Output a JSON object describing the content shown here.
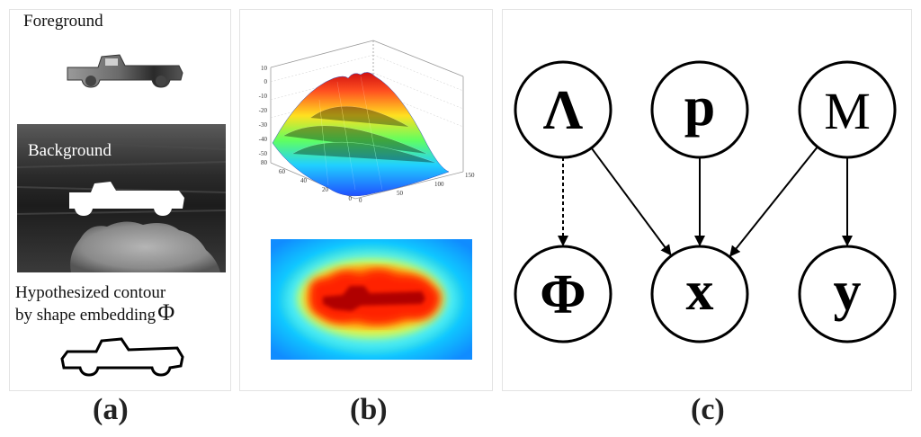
{
  "panel_a": {
    "foreground_label": "Foreground",
    "background_label": "Background",
    "contour_line1": "Hypothesized contour",
    "contour_line2": "by shape embedding",
    "contour_symbol": "Φ",
    "caption": "(a)"
  },
  "panel_b": {
    "caption": "(b)",
    "surface_z_ticks": [
      "10",
      "0",
      "-10",
      "-20",
      "-30",
      "-40",
      "-50"
    ],
    "surface_y_ticks": [
      "80",
      "60",
      "40",
      "20",
      "0"
    ],
    "surface_x_ticks": [
      "0",
      "50",
      "100",
      "150"
    ]
  },
  "panel_c": {
    "caption": "(c)",
    "nodes": [
      {
        "id": "Lambda",
        "label": "Λ"
      },
      {
        "id": "p",
        "label": "p"
      },
      {
        "id": "M",
        "label": "M"
      },
      {
        "id": "Phi",
        "label": "Φ"
      },
      {
        "id": "x",
        "label": "x"
      },
      {
        "id": "y",
        "label": "y"
      }
    ],
    "edges": [
      {
        "from": "Lambda",
        "to": "Phi",
        "style": "dashed"
      },
      {
        "from": "Lambda",
        "to": "x",
        "style": "solid"
      },
      {
        "from": "p",
        "to": "x",
        "style": "solid"
      },
      {
        "from": "M",
        "to": "x",
        "style": "solid"
      },
      {
        "from": "M",
        "to": "y",
        "style": "solid"
      }
    ]
  }
}
